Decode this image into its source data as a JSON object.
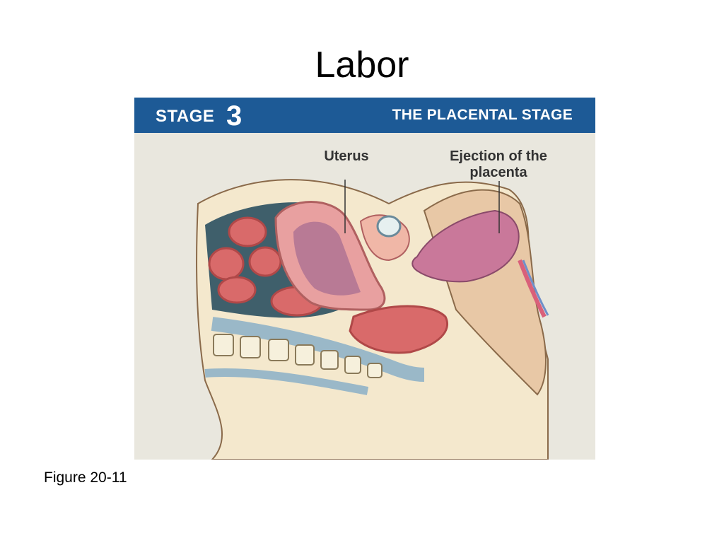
{
  "slide": {
    "title": "Labor",
    "caption": "Figure 20-11"
  },
  "figure": {
    "banner": {
      "stage_word": "STAGE",
      "stage_number": "3",
      "stage_name": "THE PLACENTAL STAGE",
      "color": "#1d5a96"
    },
    "labels": {
      "uterus": "Uterus",
      "placenta": "Ejection of the placenta"
    }
  }
}
